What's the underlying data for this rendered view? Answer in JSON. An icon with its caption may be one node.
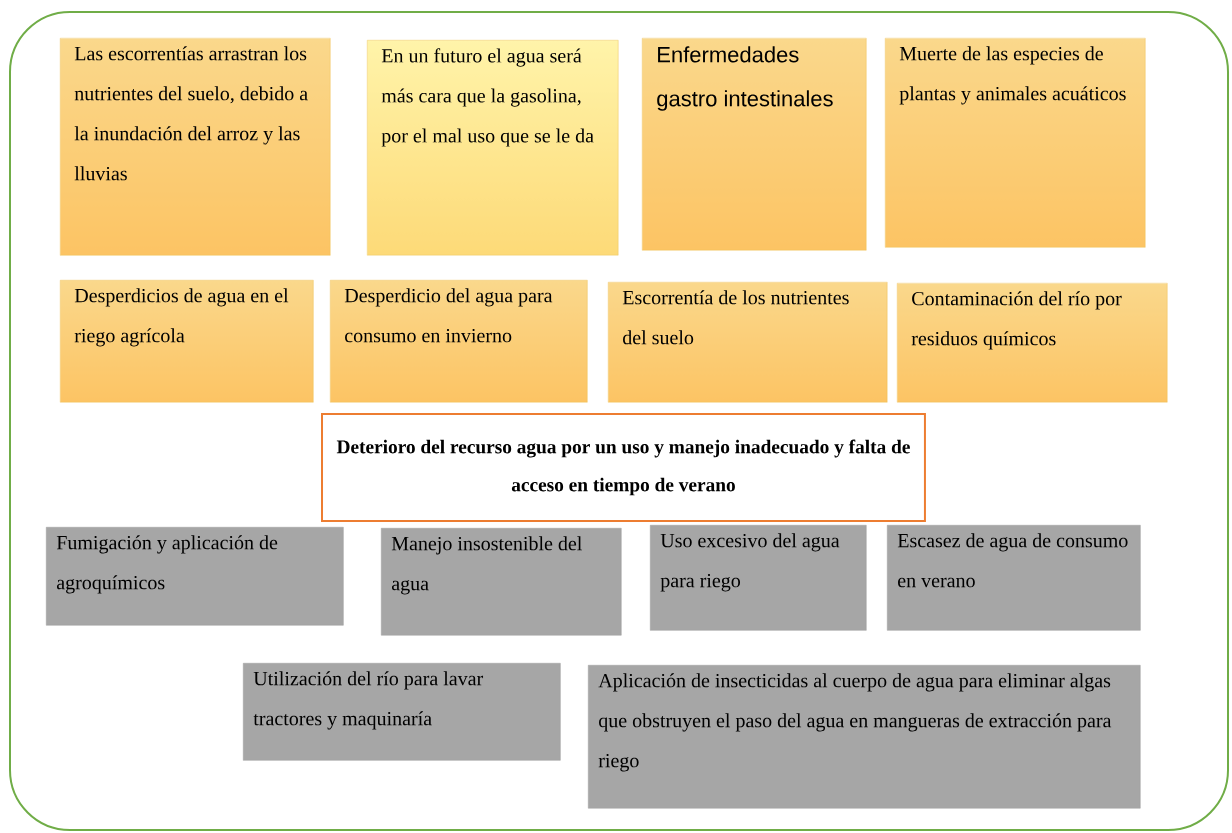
{
  "diagram": {
    "nodes": [
      {
        "text": [
          "Las escorrentías arrastran los nutrientes del suelo, debido a la inundación del arroz y las lluvias"
        ]
      },
      {
        "text": [
          "En un futuro el agua será más cara que la gasolina, por el mal uso que se le da"
        ]
      },
      {
        "text": [
          "Enfermedades gastro intestinales"
        ]
      },
      {
        "text": [
          "Muerte de las especies de plantas y animales acuáticos"
        ]
      },
      {
        "text": [
          "Desperdicios de agua en el riego agrícola"
        ]
      },
      {
        "text": [
          "Desperdicio del agua para consumo en invierno"
        ]
      },
      {
        "text": [
          "Escorrentía de los nutrientes del suelo"
        ]
      },
      {
        "text": [
          "Contaminación del río por residuos químicos"
        ]
      },
      {
        "text": [
          "Deterioro del recurso agua por un uso y manejo inadecuado y falta de acceso en tiempo de verano"
        ]
      },
      {
        "text": [
          "Fumigación y aplicación de agroquímicos"
        ]
      },
      {
        "text": [
          "Manejo insostenible del agua"
        ]
      },
      {
        "text": [
          "Uso excesivo del agua para riego"
        ]
      },
      {
        "text": [
          "Escasez de agua de consumo en verano"
        ]
      },
      {
        "text": [
          "Utilización del río para lavar tractores y maquinaría"
        ]
      },
      {
        "text": [
          "Aplicación de insecticidas al cuerpo de agua para eliminar algas que obstruyen el paso del agua en mangueras de extracción para riego"
        ]
      }
    ]
  }
}
